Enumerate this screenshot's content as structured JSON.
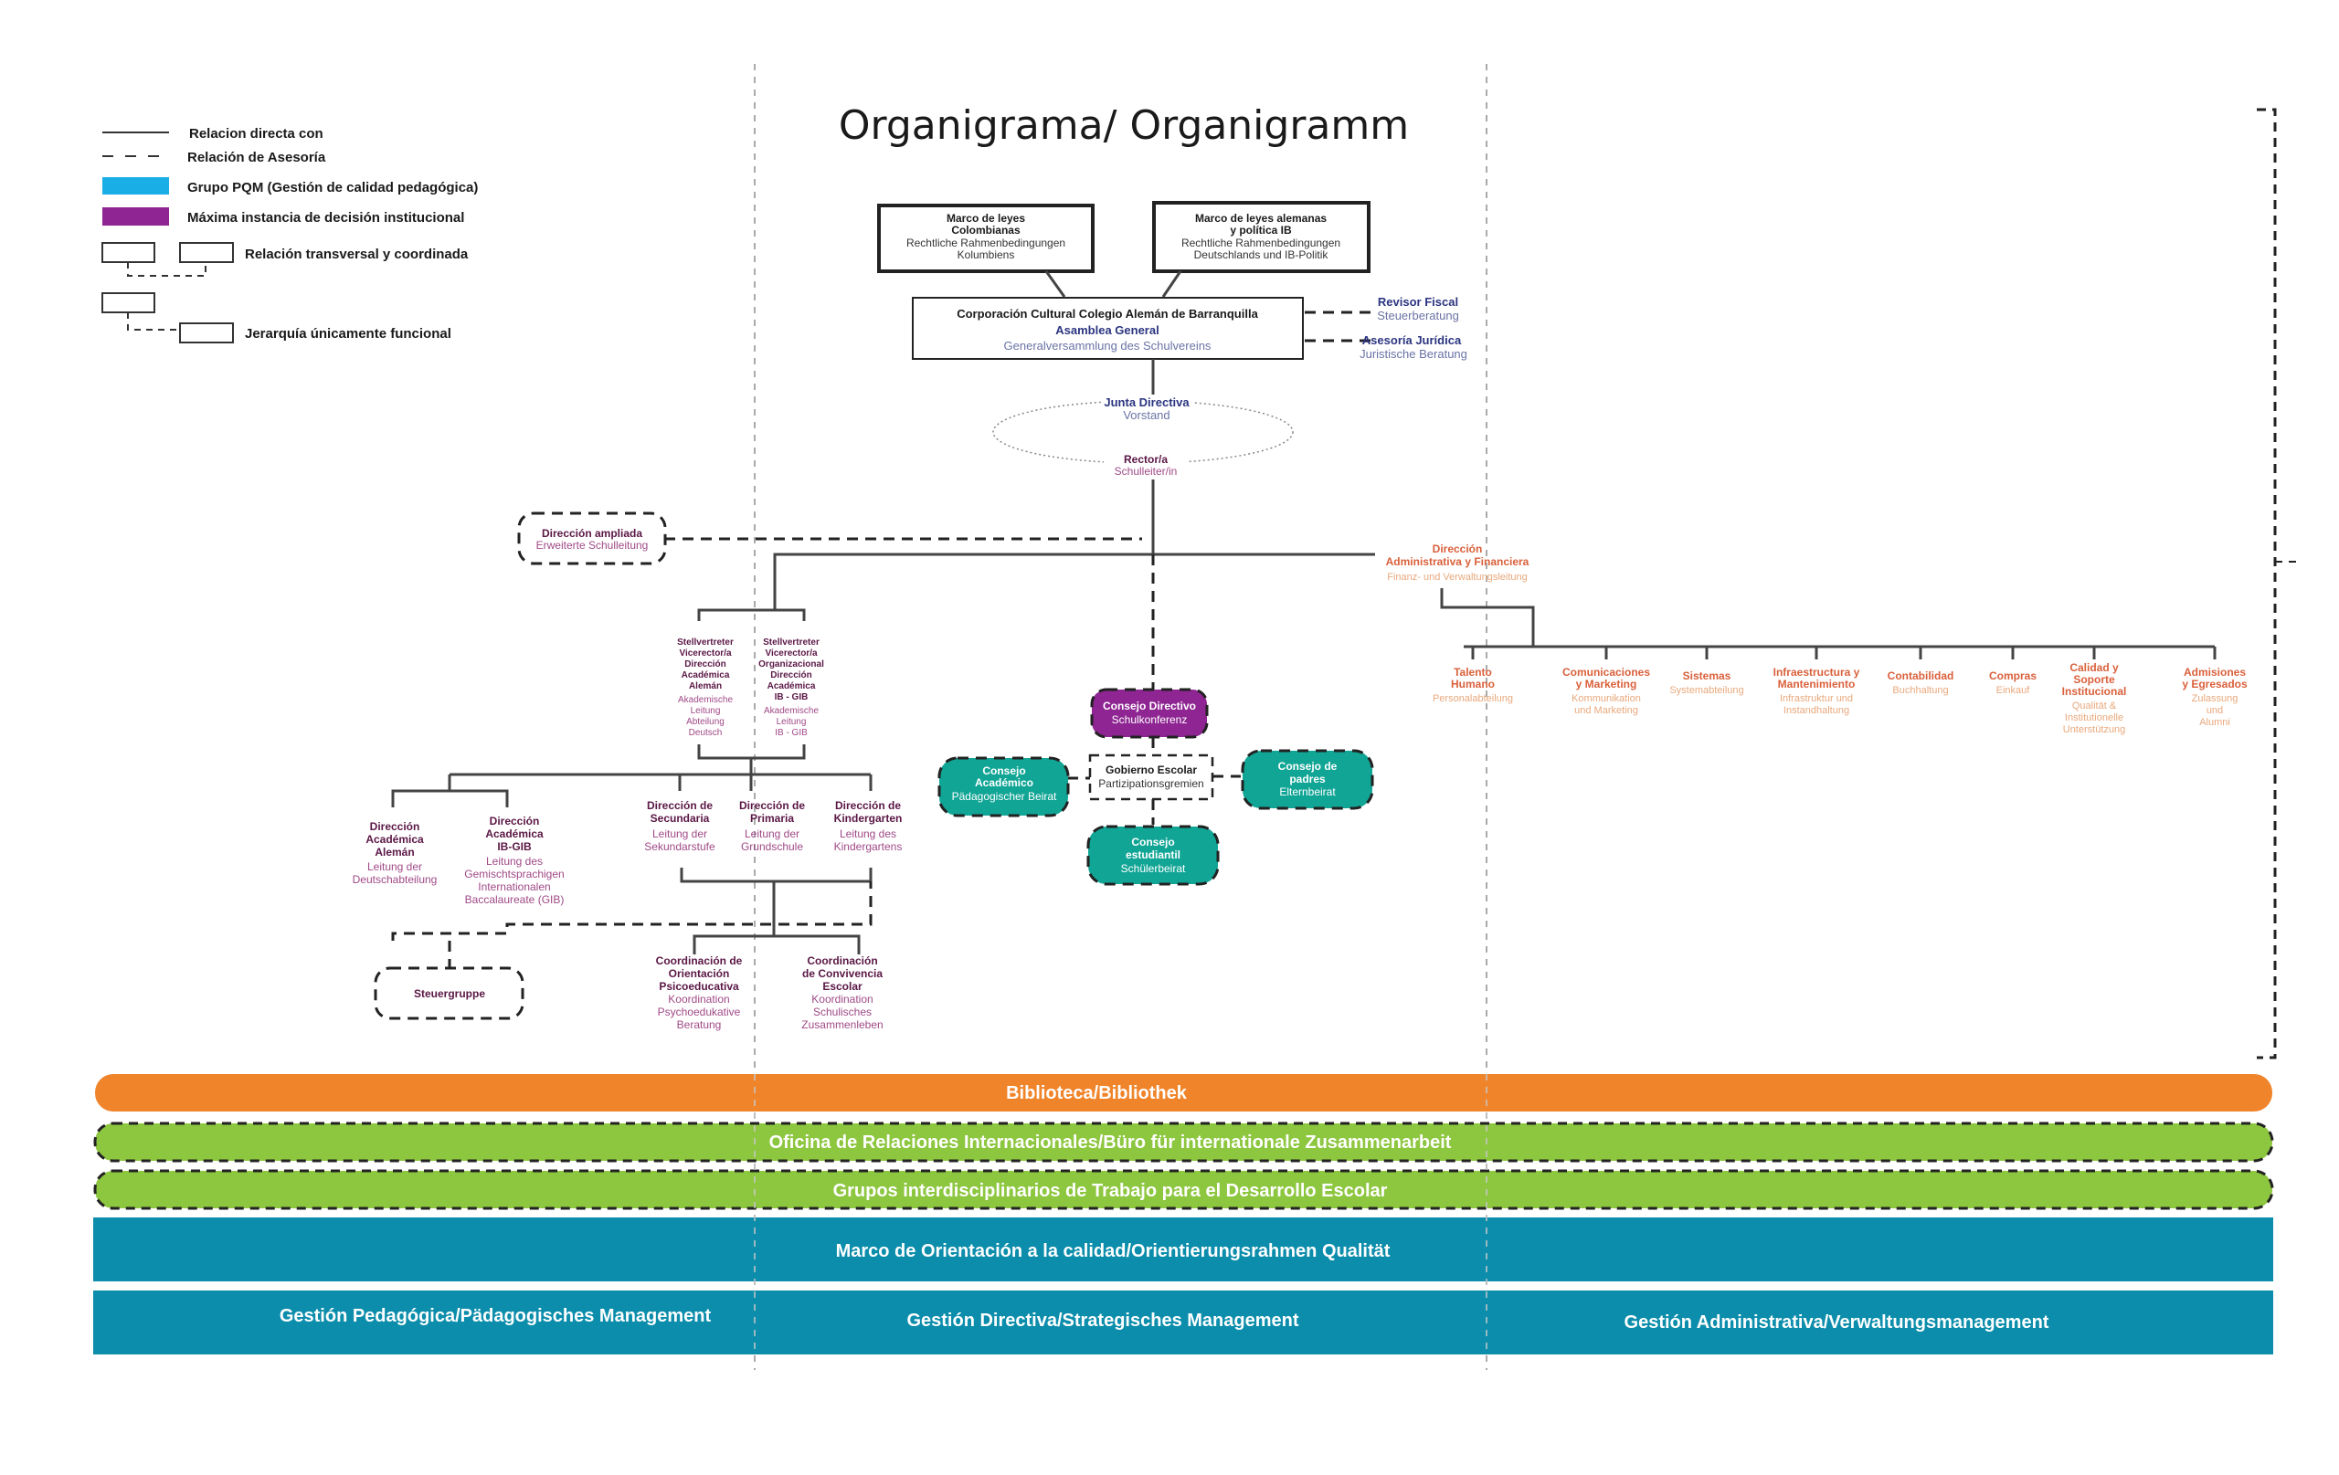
{
  "title": "Organigrama/ Organigramm",
  "colors": {
    "pqm_blue": "#1aaee6",
    "decision_purple": "#8e2592",
    "teal": "#11a595",
    "orange": "#f0842a",
    "green": "#8dc63f",
    "petrol": "#0b8dab",
    "navy": "#2b3580",
    "plum": "#5a1745",
    "admin_orange": "#d9603b"
  },
  "legend": {
    "direct": "Relacion directa con",
    "advisory": "Relación de Asesoría",
    "pqm": "Grupo PQM (Gestión de calidad pedagógica)",
    "max_decision": "Máxima instancia de decisión institucional",
    "transversal": "Relación transversal y coordinada",
    "functional": "Jerarquía únicamente funcional"
  },
  "top": {
    "law_col": {
      "l1": "Marco de leyes",
      "l2": "Colombianas",
      "l3": "Rechtliche Rahmenbedingungen",
      "l4": "Kolumbiens"
    },
    "law_de": {
      "l1": "Marco de leyes alemanas",
      "l2": "y política IB",
      "l3": "Rechtliche Rahmenbedingungen",
      "l4": "Deutschlands und IB-Politik"
    },
    "corp": {
      "l1": "Corporación Cultural Colegio Alemán de Barranquilla",
      "l2": "Asamblea General",
      "l3": "Generalversammlung des Schulvereins"
    },
    "revisor": {
      "es": "Revisor Fiscal",
      "de": "Steuerberatung"
    },
    "juridica": {
      "es": "Asesoría Jurídica",
      "de": "Juristische Beratung"
    },
    "junta": {
      "es": "Junta Directiva",
      "de": "Vorstand"
    },
    "rector": {
      "es": "Rector/a",
      "de": "Schulleiter/in"
    }
  },
  "direccion_ampliada": {
    "es": "Dirección ampliada",
    "de": "Erweiterte Schulleitung"
  },
  "admin": {
    "head": {
      "l1": "Dirección",
      "l2": "Administrativa y Financiera",
      "de": "Finanz- und Verwaltungsleitung"
    },
    "units": [
      {
        "es": [
          "Talento",
          "Humano"
        ],
        "de": [
          "Personalabteilung"
        ]
      },
      {
        "es": [
          "Comunicaciones",
          "y Marketing"
        ],
        "de": [
          "Kommunikation",
          "und Marketing"
        ]
      },
      {
        "es": [
          "Sistemas"
        ],
        "de": [
          "Systemabteilung"
        ]
      },
      {
        "es": [
          "Infraestructura y",
          "Mantenimiento"
        ],
        "de": [
          "Infrastruktur und",
          "Instandhaltung"
        ]
      },
      {
        "es": [
          "Contabilidad"
        ],
        "de": [
          "Buchhaltung"
        ]
      },
      {
        "es": [
          "Compras"
        ],
        "de": [
          "Einkauf"
        ]
      },
      {
        "es": [
          "Calidad y",
          "Soporte",
          "Institucional"
        ],
        "de": [
          "Qualität &",
          "Institutionelle",
          "Unterstützung"
        ]
      },
      {
        "es": [
          "Admisiones",
          "y Egresados"
        ],
        "de": [
          "Zulassung",
          "und",
          "Alumni"
        ]
      }
    ]
  },
  "vice": [
    {
      "es": [
        "Stellvertreter",
        "Vicerector/a",
        "Dirección",
        "Académica",
        "Alemán"
      ],
      "de": [
        "Akademische",
        "Leitung",
        "Abteilung",
        "Deutsch"
      ]
    },
    {
      "es": [
        "Stellvertreter",
        "Vicerector/a",
        "Organizacional",
        "Dirección",
        "Académica",
        "IB - GIB"
      ],
      "de": [
        "Akademische",
        "Leitung",
        "IB - GIB"
      ]
    }
  ],
  "academic": [
    {
      "es": [
        "Dirección",
        "Académica",
        "Alemán"
      ],
      "de": [
        "Leitung der",
        "Deutschabteilung"
      ]
    },
    {
      "es": [
        "Dirección",
        "Académica",
        "IB-GIB"
      ],
      "de": [
        "Leitung des",
        "Gemischtsprachigen",
        "Internationalen",
        "Baccalaureate (GIB)"
      ]
    }
  ],
  "sections": [
    {
      "es": [
        "Dirección de",
        "Secundaria"
      ],
      "de": [
        "Leitung der",
        "Sekundarstufe"
      ]
    },
    {
      "es": [
        "Dirección de",
        "Primaria"
      ],
      "de": [
        "Leitung der",
        "Grundschule"
      ]
    },
    {
      "es": [
        "Dirección de",
        "Kindergarten"
      ],
      "de": [
        "Leitung des",
        "Kindergartens"
      ]
    }
  ],
  "coordination": [
    {
      "es": [
        "Coordinación de",
        "Orientación",
        "Psicoeducativa"
      ],
      "de": [
        "Koordination",
        "Psychoedukative",
        "Beratung"
      ]
    },
    {
      "es": [
        "Coordinación",
        "de Convivencia",
        "Escolar"
      ],
      "de": [
        "Koordination",
        "Schulisches",
        "Zusammenleben"
      ]
    }
  ],
  "steuergruppe": "Steuergruppe",
  "gobierno": {
    "center": {
      "es": "Gobierno Escolar",
      "de": "Partizipationsgremien"
    },
    "directivo": {
      "es": "Consejo Directivo",
      "de": "Schulkonferenz"
    },
    "academico": {
      "es": [
        "Consejo",
        "Académico"
      ],
      "de": "Pädagogischer Beirat"
    },
    "padres": {
      "es": [
        "Consejo de",
        "padres"
      ],
      "de": "Elternbeirat"
    },
    "estudiantil": {
      "es": [
        "Consejo",
        "estudiantil"
      ],
      "de": "Schülerbeirat"
    }
  },
  "bands": {
    "biblioteca": "Biblioteca/Bibliothek",
    "oficina": "Oficina de Relaciones Internacionales/Büro für internationale Zusammenarbeit",
    "grupos": "Grupos interdisciplinarios de Trabajo para el Desarrollo Escolar",
    "marco": "Marco de Orientación a la calidad/Orientierungsrahmen Qualität",
    "gestion_ped": "Gestión Pedagógica/Pädagogisches Management",
    "gestion_dir": "Gestión Directiva/Strategisches Management",
    "gestion_adm": "Gestión Administrativa/Verwaltungsmanagement"
  }
}
